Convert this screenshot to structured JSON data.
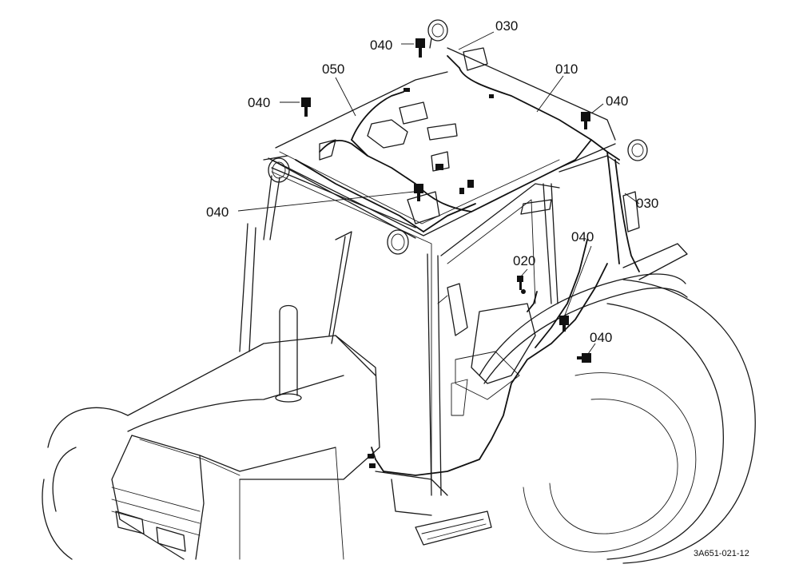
{
  "callouts": {
    "c030_top": "030",
    "c040_top": "040",
    "c050": "050",
    "c010": "010",
    "c040_left": "040",
    "c040_right": "040",
    "c040_mid": "040",
    "c030_right": "030",
    "c040_console": "040",
    "c020": "020",
    "c040_bottom": "040"
  },
  "reference_code": "3A651-021-12"
}
